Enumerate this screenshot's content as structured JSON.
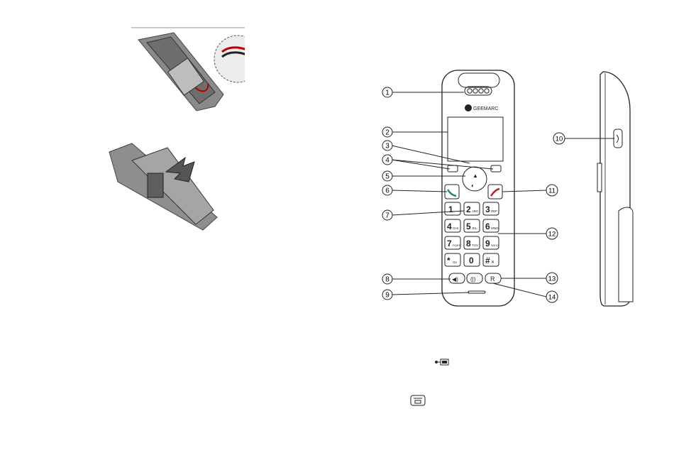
{
  "brand": "GEEMARC",
  "handset": {
    "keys": [
      {
        "main": "1",
        "sub": ""
      },
      {
        "main": "2",
        "sub": "ABC"
      },
      {
        "main": "3",
        "sub": "DEF"
      },
      {
        "main": "4",
        "sub": "GHI"
      },
      {
        "main": "5",
        "sub": "JKL"
      },
      {
        "main": "6",
        "sub": "MNO"
      },
      {
        "main": "7",
        "sub": "PQRS"
      },
      {
        "main": "8",
        "sub": "TUV"
      },
      {
        "main": "9",
        "sub": "WXYZ"
      },
      {
        "main": "*",
        "sub": "On"
      },
      {
        "main": "0",
        "sub": ""
      },
      {
        "main": "#",
        "sub": ""
      }
    ],
    "r_key": "R"
  },
  "callouts": [
    "1",
    "2",
    "3",
    "4",
    "5",
    "6",
    "7",
    "8",
    "9",
    "10",
    "11",
    "12",
    "13",
    "14"
  ],
  "icons": {
    "photo_top": "battery-compartment-photo",
    "photo_bottom": "battery-cover-photo",
    "inline_1": "charging-icon",
    "inline_2": "menu-key-icon"
  }
}
